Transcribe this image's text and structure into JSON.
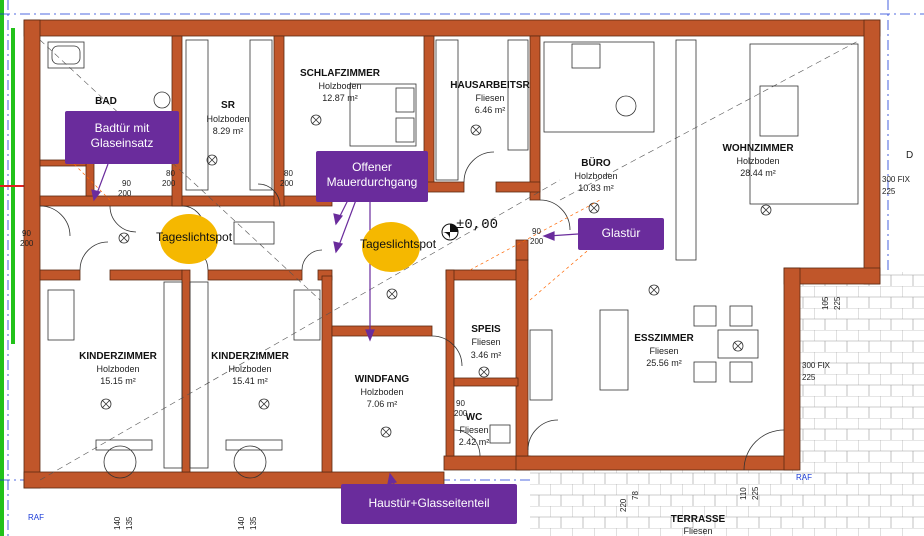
{
  "rooms": [
    {
      "name": "BAD",
      "floor": "",
      "area": ""
    },
    {
      "name": "SR",
      "floor": "Holzboden",
      "area": "8.29 m²"
    },
    {
      "name": "SCHLAFZIMMER",
      "floor": "Holzboden",
      "area": "12.87 m²"
    },
    {
      "name": "HAUSARBEITSR",
      "floor": "Fliesen",
      "area": "6.46 m²"
    },
    {
      "name": "BÜRO",
      "floor": "Holzboden",
      "area": "10.83 m²"
    },
    {
      "name": "WOHNZIMMER",
      "floor": "Holzboden",
      "area": "28.44 m²"
    },
    {
      "name": "SPEIS",
      "floor": "Fliesen",
      "area": "3.46 m²"
    },
    {
      "name": "ESSZIMMER",
      "floor": "Fliesen",
      "area": "25.56 m²"
    },
    {
      "name": "KINDERZIMMER",
      "floor": "Holzboden",
      "area": "15.15 m²"
    },
    {
      "name": "KINDERZIMMER",
      "floor": "Holzboden",
      "area": "15.41 m²"
    },
    {
      "name": "WINDFANG",
      "floor": "Holzboden",
      "area": "7.06 m²"
    },
    {
      "name": "WC",
      "floor": "Fliesen",
      "area": "2.42 m²"
    },
    {
      "name": "TERRASSE",
      "floor": "Fliesen",
      "area": ""
    }
  ],
  "callouts": {
    "bathroom_door": "Badtür mit Glaseinsatz",
    "wall_opening": "Offener Mauerdurchgang",
    "glass_door": "Glastür",
    "front_door": "Haustür+Glasseitenteil"
  },
  "skylights": [
    "Tageslichtspot",
    "Tageslichtspot"
  ],
  "dimensions": {
    "level_marker": "±0,00",
    "window_fix_upper": "300  FIX",
    "window_fix_upper_height": "225",
    "window_fix_lower": "300  FIX",
    "window_fix_lower_height": "225",
    "door_labels": [
      {
        "w": "90",
        "h": "200"
      },
      {
        "w": "80",
        "h": "200"
      },
      {
        "w": "80",
        "h": "200"
      },
      {
        "w": "90",
        "h": "200"
      },
      {
        "w": "90",
        "h": "200"
      },
      {
        "w": "90",
        "h": "200"
      }
    ],
    "right_dims": [
      "105",
      "225"
    ],
    "bottom_dims": [
      "140",
      "135",
      "140",
      "135",
      "220",
      "78",
      "110",
      "225"
    ],
    "edge_marks": [
      "RAF",
      "RAF"
    ],
    "side_letter": "D"
  },
  "colors": {
    "wall": "#c0562a",
    "wall_outline": "#5a2a12",
    "callout_bg": "#6a2c9c",
    "skylight": "#f5b800",
    "green_edge": "#22c21a",
    "grid_blue": "#1a3bd8",
    "dim_line": "#ff6600"
  }
}
